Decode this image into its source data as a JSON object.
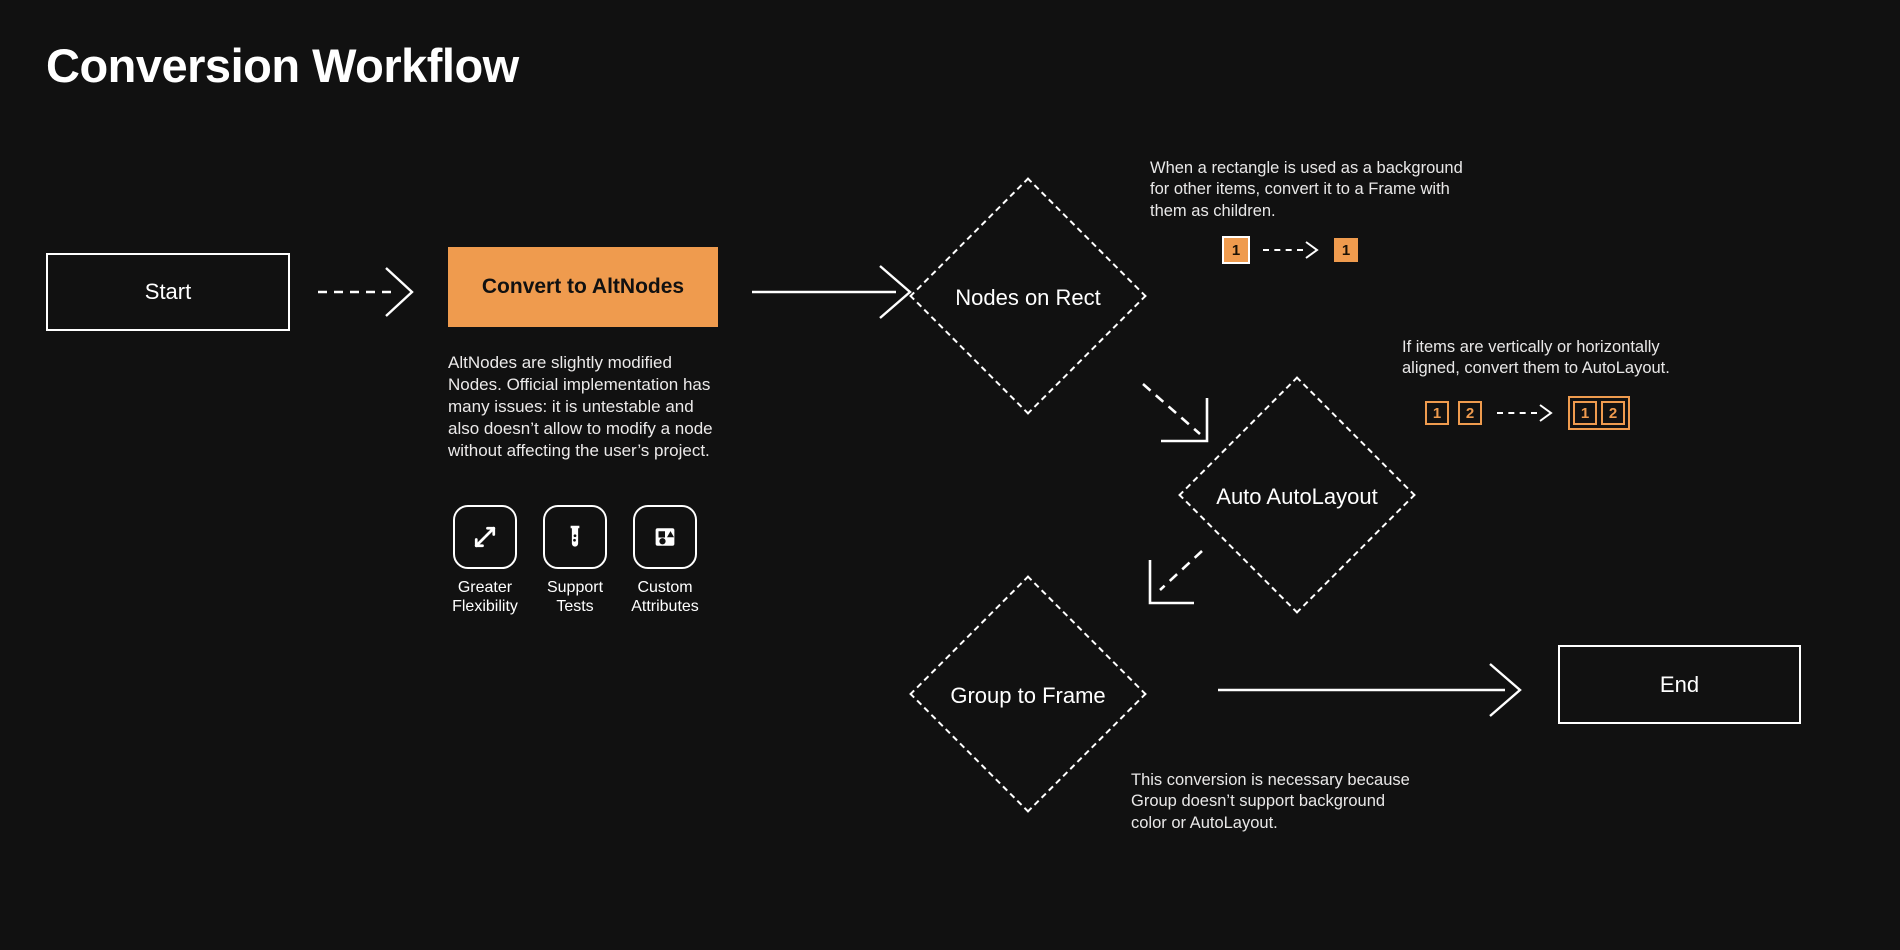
{
  "page": {
    "title": "Conversion Workflow",
    "background": "#111111",
    "accent": "#ef9b4e",
    "stroke": "#ffffff"
  },
  "nodes": {
    "start": {
      "label": "Start",
      "shape": "rectangle"
    },
    "convert": {
      "label": "Convert to AltNodes",
      "shape": "rectangle",
      "fill": "#ef9b4e"
    },
    "nodes_on_rect": {
      "label": "Nodes on Rect",
      "shape": "diamond"
    },
    "auto_autolayout": {
      "label": "Auto AutoLayout",
      "shape": "diamond"
    },
    "group_to_frame": {
      "label": "Group to Frame",
      "shape": "diamond"
    },
    "end": {
      "label": "End",
      "shape": "rectangle"
    }
  },
  "convert_description": "AltNodes are slightly modified Nodes. Official implementation has many issues: it is untestable and also doesn’t allow to modify a node without affecting the user’s project.",
  "features": [
    {
      "icon": "expand-arrows-icon",
      "caption": "Greater\nFlexibility"
    },
    {
      "icon": "test-tube-icon",
      "caption": "Support\nTests"
    },
    {
      "icon": "shapes-icon",
      "caption": "Custom\nAttributes"
    }
  ],
  "annotations": {
    "nodes_on_rect": "When a rectangle is used as a background for other items, convert it to a Frame with them as children.",
    "auto_autolayout": "If items are vertically or horizontally aligned, convert them to AutoLayout.",
    "group_to_frame": "This conversion is necessary because Group doesn’t support background color or AutoLayout."
  },
  "badge_demos": {
    "nodes_on_rect": {
      "before": [
        {
          "label": "1",
          "style": "solid-ring"
        }
      ],
      "after": [
        {
          "label": "1",
          "style": "solid"
        }
      ]
    },
    "auto_autolayout": {
      "before": [
        {
          "label": "1",
          "style": "outline"
        },
        {
          "label": "2",
          "style": "outline"
        }
      ],
      "after_framed": [
        {
          "label": "1",
          "style": "outline"
        },
        {
          "label": "2",
          "style": "outline"
        }
      ]
    }
  },
  "connectors": [
    {
      "from": "start",
      "to": "convert",
      "style": "dashed"
    },
    {
      "from": "convert",
      "to": "nodes_on_rect",
      "style": "solid"
    },
    {
      "from": "nodes_on_rect",
      "to": "auto_autolayout",
      "style": "dashed-elbow"
    },
    {
      "from": "auto_autolayout",
      "to": "group_to_frame",
      "style": "dashed-elbow"
    },
    {
      "from": "group_to_frame",
      "to": "end",
      "style": "solid"
    }
  ]
}
